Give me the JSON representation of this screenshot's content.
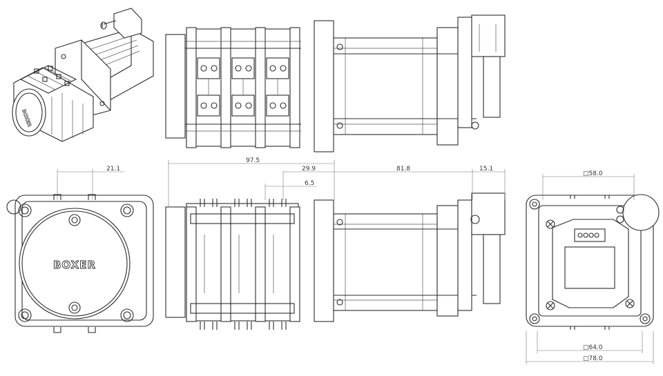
{
  "brand": "BOXER",
  "dimensions": {
    "d_21_1": "21.1",
    "d_97_5": "97.5",
    "d_29_9": "29.9",
    "d_6_5": "6.5",
    "d_81_8": "81.8",
    "d_15_1": "15.1",
    "d_58_0": "□58.0",
    "d_64_0": "□64.0",
    "d_78_0": "□78.0"
  }
}
